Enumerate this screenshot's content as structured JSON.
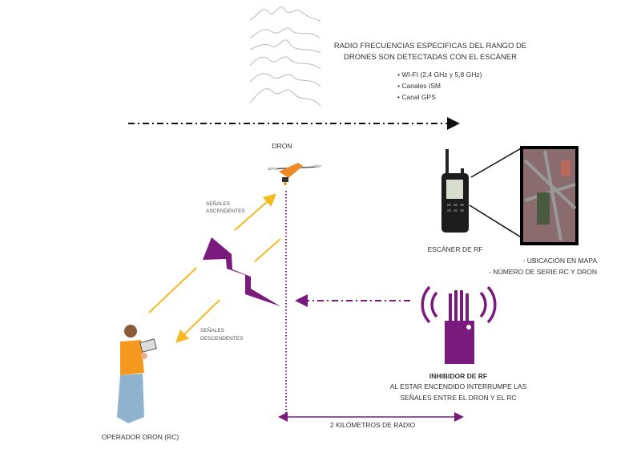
{
  "header": {
    "line1": "RADIO FRECUENCIAS  ESPECIFICAS DEL RANGO DE",
    "line2": "DRONES  SON DETECTADAS CON EL ESCÁNER",
    "bullets": [
      "• WI-FI (2,4 GHz y 5,8 GHz)",
      "• Canales ISM",
      "• Canal GPS"
    ]
  },
  "drone": {
    "label": "DRON"
  },
  "signals": {
    "up_line1": "SEÑALES",
    "up_line2": "ASCENDENTES",
    "down_line1": "SEÑALES",
    "down_line2": "DESCENDENTES"
  },
  "operator": {
    "label": "OPERADOR DRON (RC)"
  },
  "scanner": {
    "label": "ESCÁNER DE RF",
    "info1": "- UBICACIÓN EN MAPA",
    "info2": "- NÚMERO DE SERIE RC Y DRON"
  },
  "jammer": {
    "title": "INHIBIDOR DE RF",
    "desc1": "AL ESTAR ENCENDIDO  INTERRUMPE LAS",
    "desc2": "SEÑALES ENTRE EL DRON Y EL RC"
  },
  "range": {
    "label": "2 KILÓMETROS DE RADIO"
  },
  "colors": {
    "purple": "#7b1a7d",
    "yellow": "#f5b921",
    "orange": "#f08a24"
  }
}
